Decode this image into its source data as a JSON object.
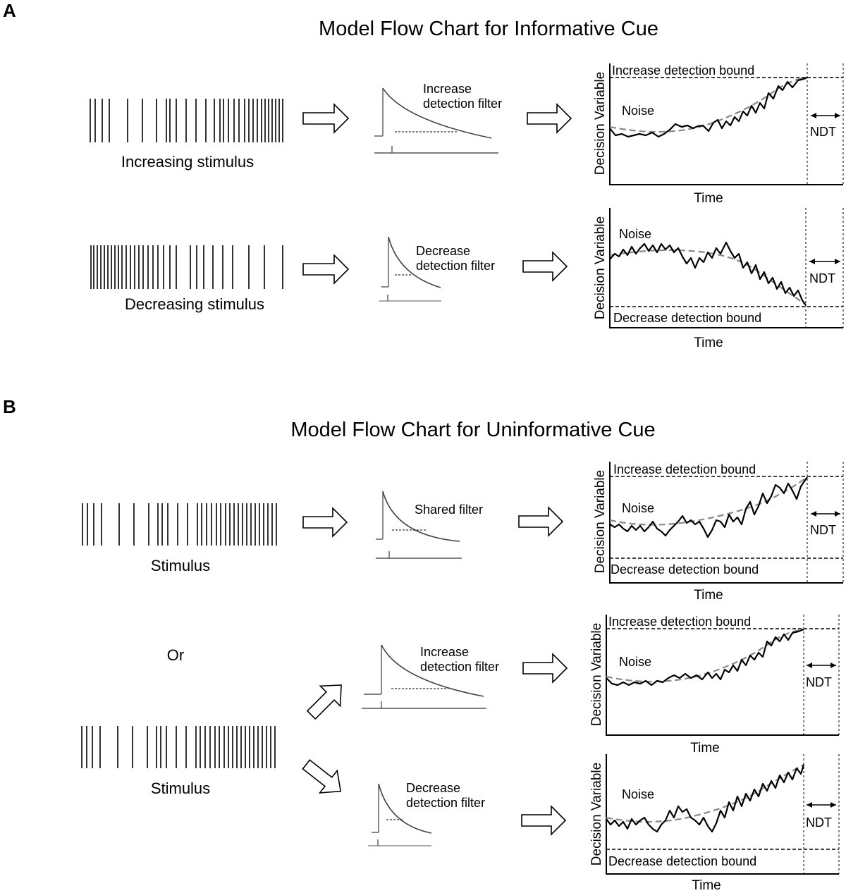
{
  "panel_a": {
    "letter": "A",
    "title": "Model Flow Chart for Informative Cue",
    "increasing_stimulus_label": "Increasing stimulus",
    "decreasing_stimulus_label": "Decreasing stimulus",
    "increase_filter_line1": "Increase",
    "increase_filter_line2": "detection filter",
    "decrease_filter_line1": "Decrease",
    "decrease_filter_line2": "detection filter",
    "plot1": {
      "bound_label": "Increase detection bound",
      "noise_label": "Noise",
      "ylabel": "Decision Variable",
      "xlabel": "Time",
      "ndt_label": "NDT"
    },
    "plot2": {
      "bound_label": "Decrease detection bound",
      "noise_label": "Noise",
      "ylabel": "Decision Variable",
      "xlabel": "Time",
      "ndt_label": "NDT"
    }
  },
  "panel_b": {
    "letter": "B",
    "title": "Model Flow Chart for Uninformative Cue",
    "stimulus_label_1": "Stimulus",
    "stimulus_label_2": "Stimulus",
    "or_label": "Or",
    "shared_filter_label": "Shared filter",
    "increase_filter_line1": "Increase",
    "increase_filter_line2": "detection filter",
    "decrease_filter_line1": "Decrease",
    "decrease_filter_line2": "detection filter",
    "plot1": {
      "upper_bound_label": "Increase detection bound",
      "lower_bound_label": "Decrease detection bound",
      "noise_label": "Noise",
      "ylabel": "Decision Variable",
      "xlabel": "Time",
      "ndt_label": "NDT"
    },
    "plot2": {
      "bound_label": "Increase detection bound",
      "noise_label": "Noise",
      "ylabel": "Decision Variable",
      "xlabel": "Time",
      "ndt_label": "NDT"
    },
    "plot3": {
      "bound_label": "Decrease detection bound",
      "noise_label": "Noise",
      "ylabel": "Decision Variable",
      "xlabel": "Time",
      "ndt_label": "NDT"
    }
  },
  "colors": {
    "ink": "#000000",
    "mean_trace": "#888888",
    "spikes": "#333333"
  }
}
